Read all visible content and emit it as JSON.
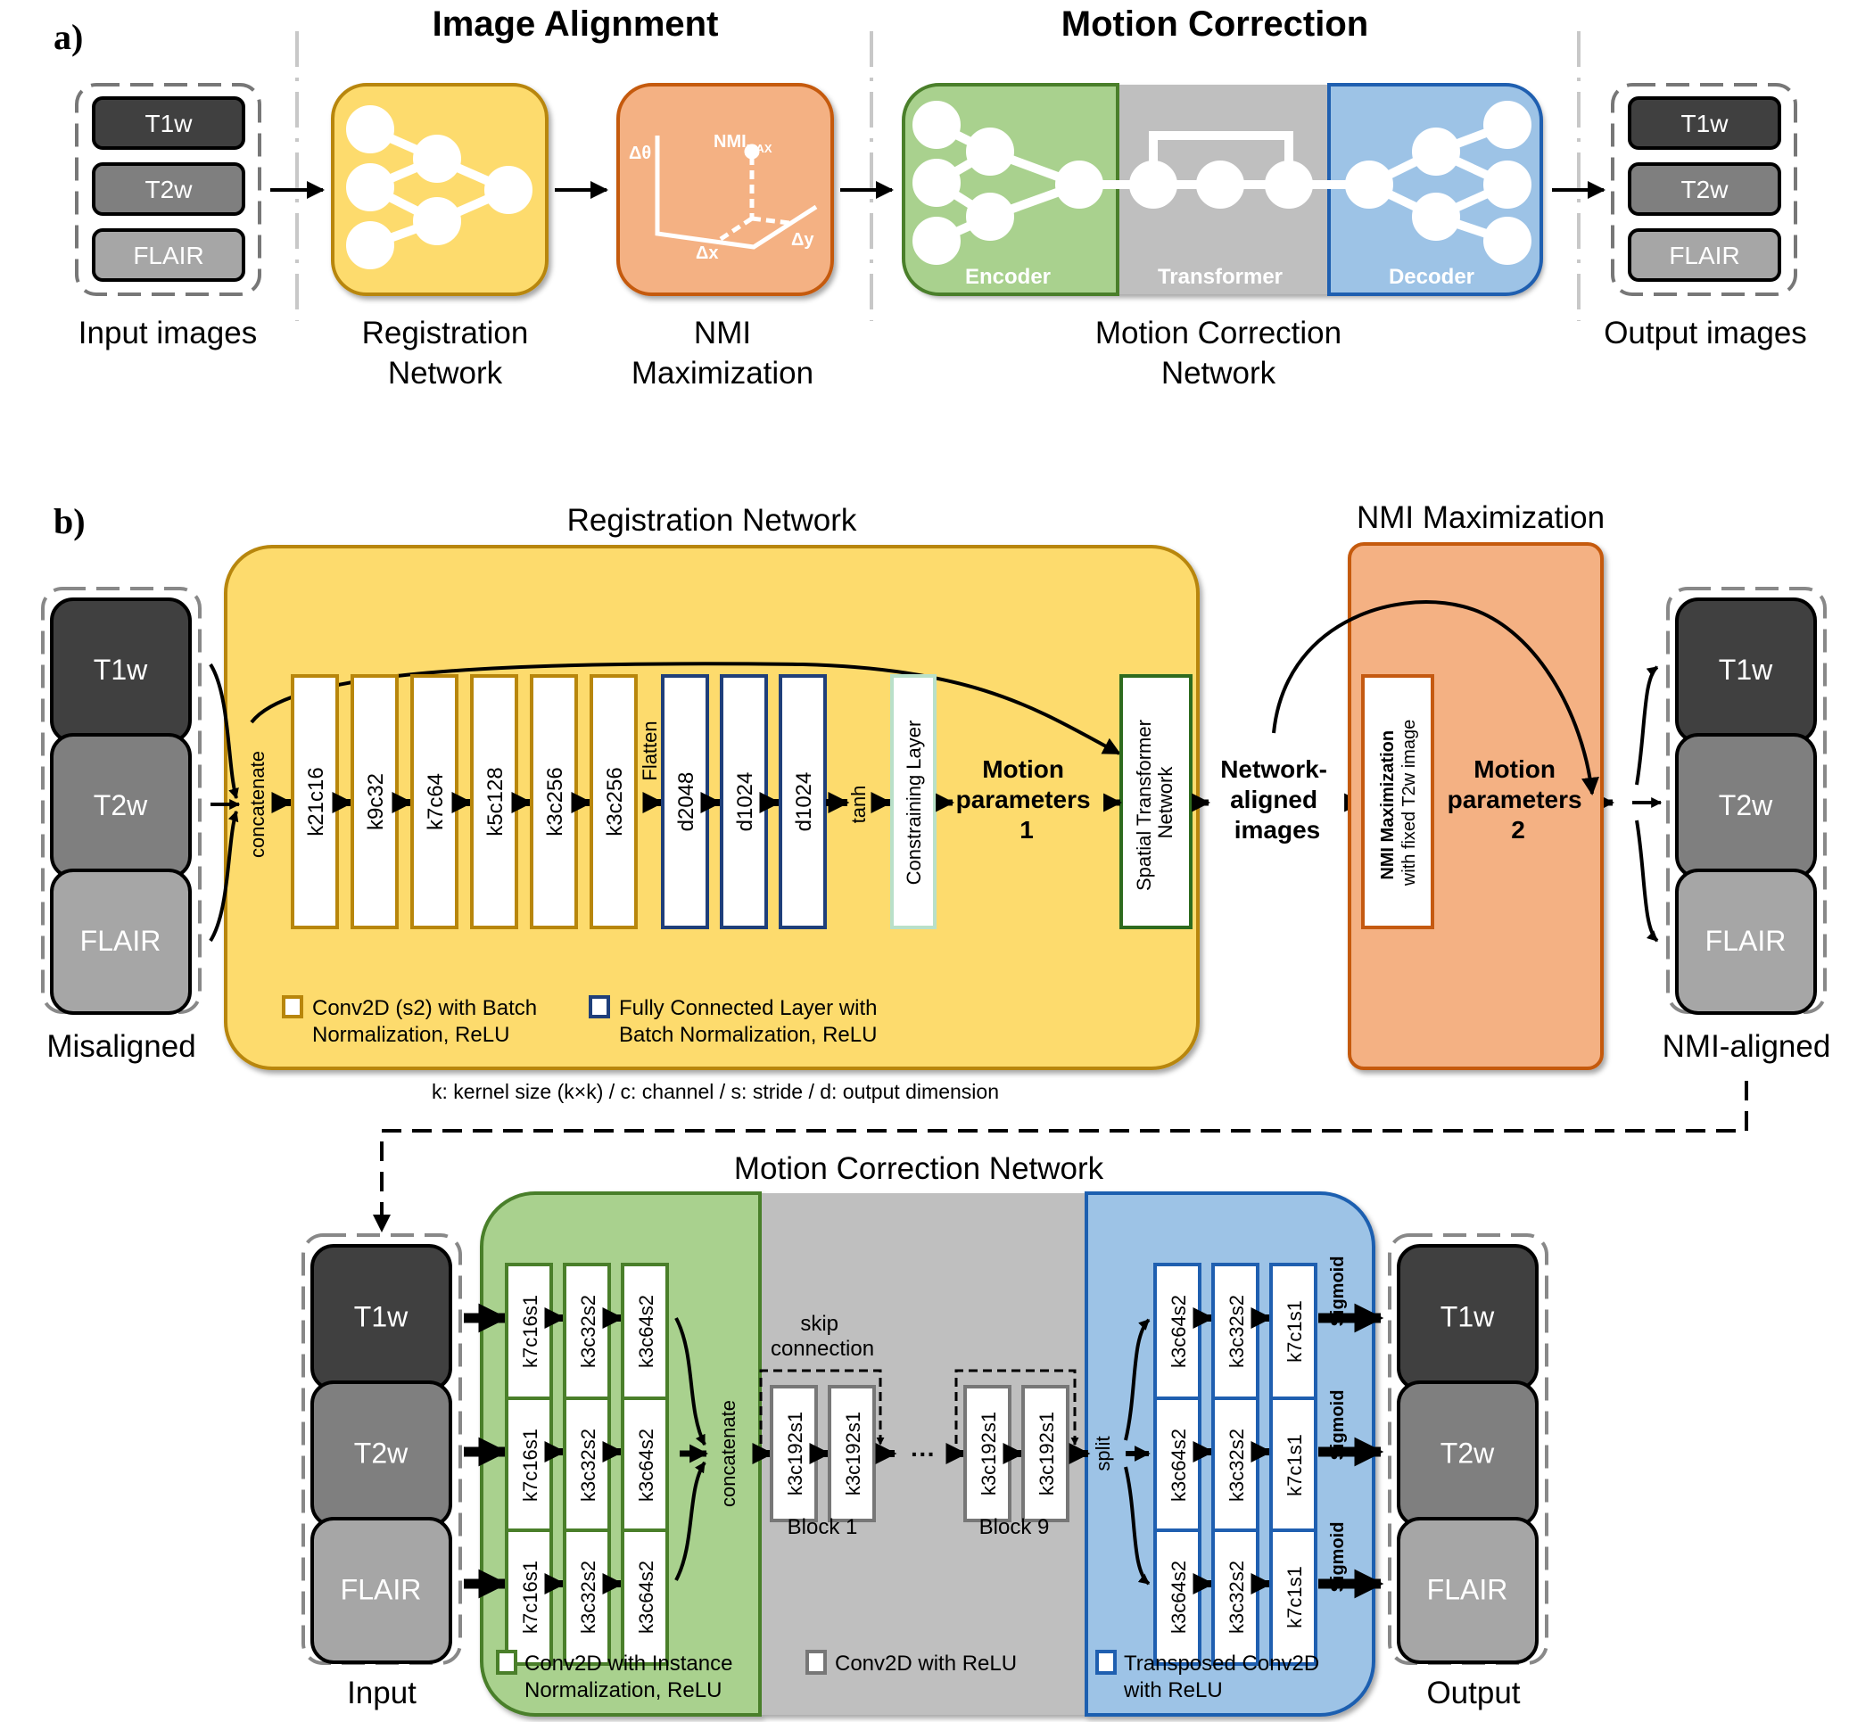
{
  "panel_a": {
    "label": "a)",
    "section_titles": [
      "Image Alignment",
      "Motion Correction"
    ],
    "input_images": [
      "T1w",
      "T2w",
      "FLAIR"
    ],
    "input_caption": "Input images",
    "registration_caption": [
      "Registration",
      "Network"
    ],
    "nmi_caption": [
      "NMI",
      "Maximization"
    ],
    "nmi_icon": {
      "y_axis": "Δθ",
      "x_axis": "Δx",
      "z_axis": "Δy",
      "peak": "NMI",
      "peak_sub": "MAX"
    },
    "mc_sections": [
      "Encoder",
      "Transformer",
      "Decoder"
    ],
    "mc_caption": [
      "Motion Correction",
      "Network"
    ],
    "output_images": [
      "T1w",
      "T2w",
      "FLAIR"
    ],
    "output_caption": "Output images"
  },
  "panel_b": {
    "label": "b)",
    "registration_title": "Registration Network",
    "nmi_title": "NMI Maximization",
    "input_images": [
      "T1w",
      "T2w",
      "FLAIR"
    ],
    "input_caption": "Misaligned",
    "concatenate": "concatenate",
    "conv_layers": [
      "k21c16",
      "k9c32",
      "k7c64",
      "k5c128",
      "k3c256",
      "k3c256"
    ],
    "flatten": "Flatten",
    "fc_layers": [
      "d2048",
      "d1024",
      "d1024"
    ],
    "tanh": "tanh",
    "constraining": "Constraining Layer",
    "motion_params_1": [
      "Motion",
      "parameters",
      "1"
    ],
    "stn": [
      "Spatial Transformer",
      "Network"
    ],
    "network_aligned": [
      "Network-",
      "aligned",
      "images"
    ],
    "nmi_box": [
      "NMI Maximization",
      "with fixed T2w image"
    ],
    "motion_params_2": [
      "Motion",
      "parameters",
      "2"
    ],
    "output_images": [
      "T1w",
      "T2w",
      "FLAIR"
    ],
    "output_caption": "NMI-aligned",
    "legend": [
      {
        "lines": [
          "Conv2D (s2) with Batch",
          "Normalization, ReLU"
        ],
        "color": "#b8860b"
      },
      {
        "lines": [
          "Fully Connected Layer with",
          "Batch Normalization, ReLU"
        ],
        "color": "#1f3f7a"
      }
    ],
    "footnote": "k: kernel size (k×k) / c: channel / s: stride / d: output dimension"
  },
  "panel_c": {
    "title": "Motion Correction Network",
    "input_images": [
      "T1w",
      "T2w",
      "FLAIR"
    ],
    "input_caption": "Input",
    "encoder_layers": [
      "k7c16s1",
      "k3c32s2",
      "k3c64s2"
    ],
    "concatenate": "concatenate",
    "skip": [
      "skip",
      "connection"
    ],
    "block_layers": [
      "k3c192s1",
      "k3c192s1"
    ],
    "blocks": [
      "Block 1",
      "Block 9"
    ],
    "dots": "···",
    "split": "split",
    "decoder_layers": [
      "k3c64s2",
      "k3c32s2",
      "k7c1s1"
    ],
    "sigmoid": "Sigmoid",
    "output_images": [
      "T1w",
      "T2w",
      "FLAIR"
    ],
    "output_caption": "Output",
    "legend": [
      {
        "lines": [
          "Conv2D with Instance",
          "Normalization, ReLU"
        ],
        "color": "#4a8a2a"
      },
      {
        "lines": [
          "Conv2D with ReLU"
        ],
        "color": "#777777"
      },
      {
        "lines": [
          "Transposed Conv2D",
          "with ReLU"
        ],
        "color": "#1f5fb0"
      }
    ]
  },
  "colors": {
    "yellow": "#fddb6d",
    "yellow_border": "#b8860b",
    "orange": "#f4b183",
    "orange_border": "#c55a11",
    "green": "#a9d18e",
    "green_border": "#4a7f2a",
    "gray": "#bfbfbf",
    "blue": "#9dc3e6",
    "blue_border": "#1f5fb0",
    "t1w": "#404040",
    "t2w": "#7f7f7f",
    "flair": "#a6a6a6"
  }
}
